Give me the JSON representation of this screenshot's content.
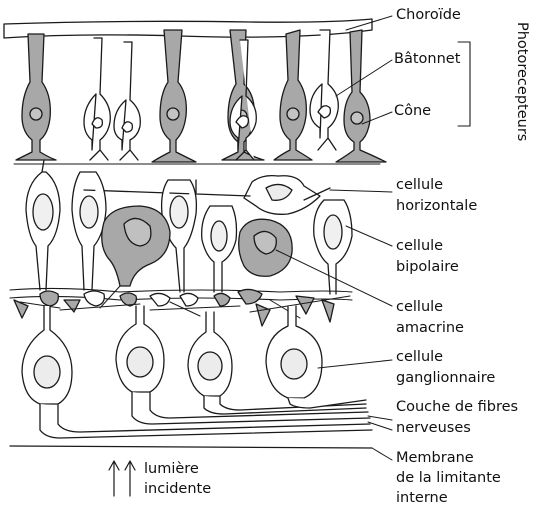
{
  "labels": {
    "choroide": "Choroïde",
    "photorecepteurs": "Photorecepteurs",
    "batonnet": "Bâtonnet",
    "cone": "Cône",
    "horizontale_1": "cellule",
    "horizontale_2": "horizontale",
    "bipolaire_1": "cellule",
    "bipolaire_2": "bipolaire",
    "amacrine_1": "cellule",
    "amacrine_2": "amacrine",
    "ganglionnaire_1": "cellule",
    "ganglionnaire_2": "ganglionnaire",
    "fibres_1": "Couche de fibres",
    "fibres_2": "nerveuses",
    "membrane_1": "Membrane",
    "membrane_2": "de la limitante",
    "membrane_3": "interne",
    "lumiere_1": "lumière",
    "lumiere_2": "incidente"
  },
  "colors": {
    "outline": "#1a1a1a",
    "gray_fill": "#a8a8a8",
    "light_fill": "#f2f2f2",
    "white": "#ffffff"
  }
}
